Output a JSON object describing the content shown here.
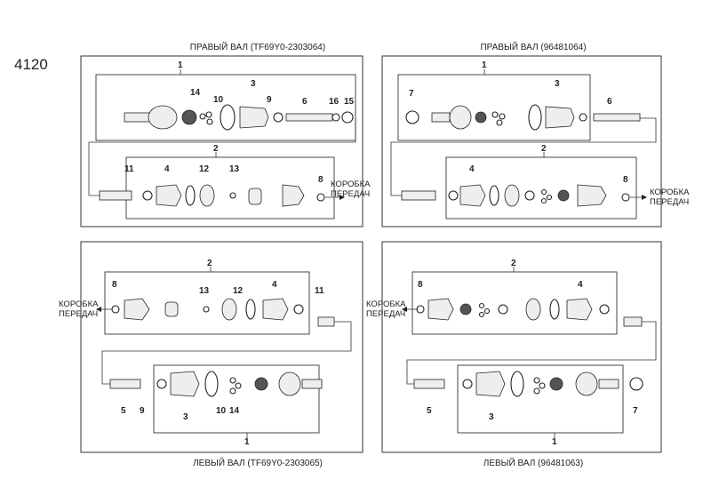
{
  "page_number": "4120",
  "panels": [
    {
      "title": "ПРАВЫЙ ВАЛ  (TF69Y0-2303064)",
      "labels": [
        "1",
        "2",
        "3",
        "4",
        "6",
        "8",
        "9",
        "10",
        "11",
        "12",
        "13",
        "14",
        "15",
        "16"
      ],
      "gearbox_label": [
        "КОРОБКА",
        "ПЕРЕДАЧ"
      ]
    },
    {
      "title": "ПРАВЫЙ ВАЛ  (96481064)",
      "labels": [
        "1",
        "2",
        "3",
        "4",
        "6",
        "7",
        "8"
      ],
      "gearbox_label": [
        "КОРОБКА",
        "ПЕРЕДАЧ"
      ]
    },
    {
      "title": "ЛЕВЫЙ ВАЛ  (TF69Y0-2303065)",
      "labels": [
        "1",
        "2",
        "3",
        "4",
        "5",
        "8",
        "9",
        "10",
        "11",
        "12",
        "13",
        "14"
      ],
      "gearbox_label": [
        "КОРОБКА",
        "ПЕРЕДАЧ"
      ]
    },
    {
      "title": "ЛЕВЫЙ ВАЛ  (96481063)",
      "labels": [
        "1",
        "2",
        "3",
        "4",
        "5",
        "7",
        "8"
      ],
      "gearbox_label": [
        "КОРОБКА",
        "ПЕРЕДАЧ"
      ]
    }
  ]
}
